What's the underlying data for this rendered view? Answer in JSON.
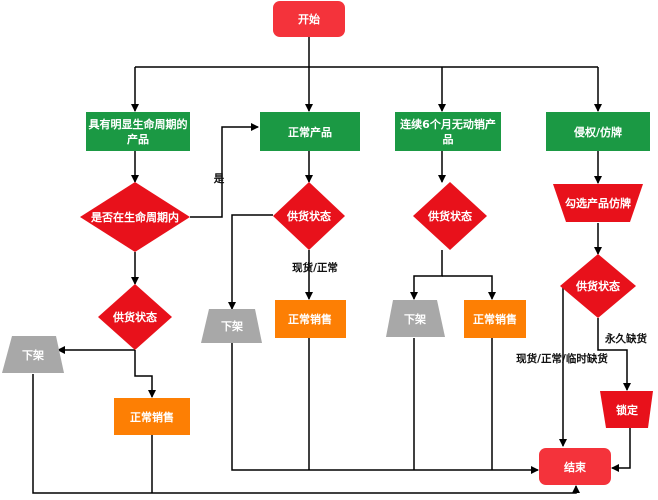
{
  "colors": {
    "start_end": "#f4333b",
    "category": "#1b9944",
    "decision": "#e8111b",
    "offshelf": "#a8a8a8",
    "normal_sale": "#fd7f04",
    "edge": "#000000",
    "text_light": "#ffffff",
    "text_dark": "#111111"
  },
  "nodes": {
    "start": "开始",
    "cat1_line1": "具有明显生命周期的",
    "cat1_line2": "产品",
    "cat2": "正常产品",
    "cat3_line1": "连续6个月无动销产",
    "cat3_line2": "品",
    "cat4": "侵权/仿牌",
    "dec_lifecycle": "是否在生命周期内",
    "dec_supply1": "供货状态",
    "dec_supply2": "供货状态",
    "dec_supply3": "供货状态",
    "dec_supply4": "供货状态",
    "select_fake": "勾选产品仿牌",
    "off_left": "下架",
    "off_mid": "下架",
    "off_c3": "下架",
    "sale_left": "正常销售",
    "sale_c2": "正常销售",
    "sale_c3": "正常销售",
    "lock": "锁定",
    "end": "结束"
  },
  "edge_labels": {
    "yes": "是",
    "instock_normal": "现货/正常",
    "permanent_oos": "永久缺货",
    "instock_temp_oos": "现货/正常/临时缺货"
  }
}
